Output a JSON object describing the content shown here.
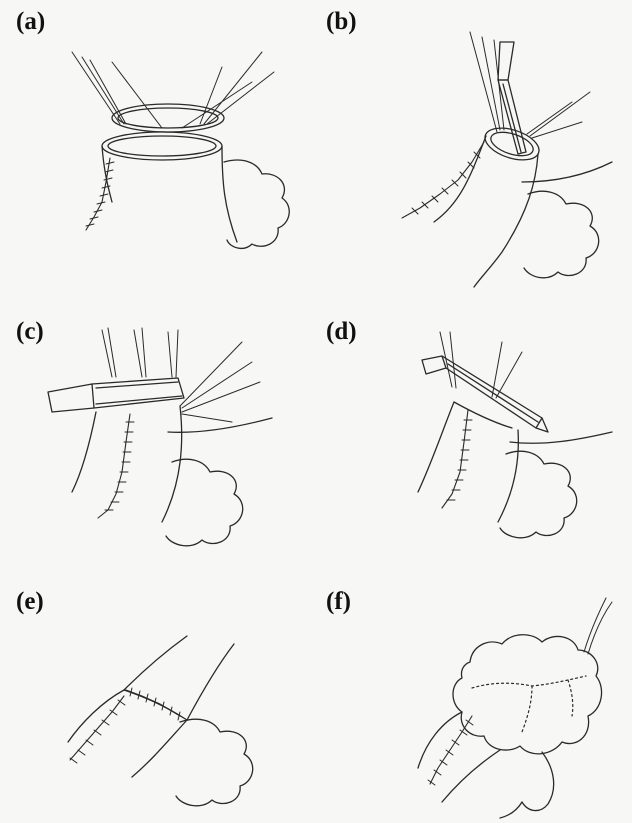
{
  "panels": [
    {
      "id": "a",
      "label": "(a)"
    },
    {
      "id": "b",
      "label": "(b)"
    },
    {
      "id": "c",
      "label": "(c)"
    },
    {
      "id": "d",
      "label": "(d)"
    },
    {
      "id": "e",
      "label": "(e)"
    },
    {
      "id": "f",
      "label": "(f)"
    }
  ]
}
